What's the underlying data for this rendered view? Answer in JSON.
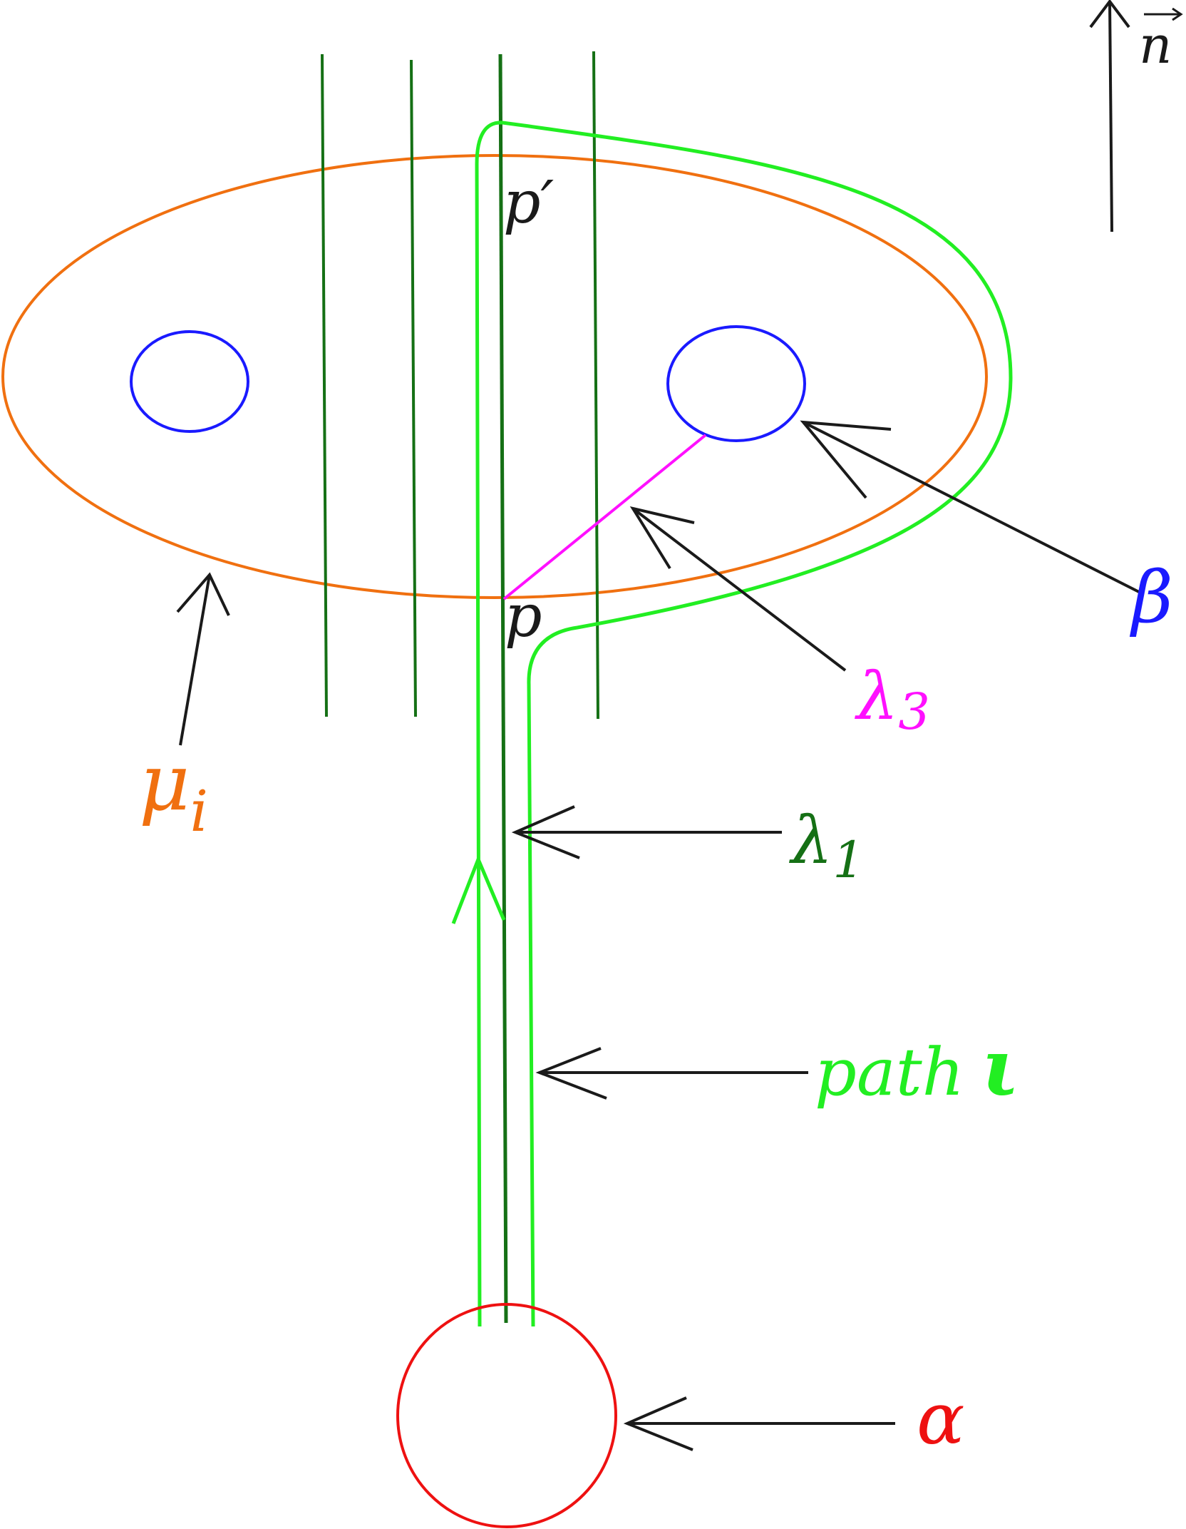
{
  "labels": {
    "n_vector": "n",
    "p_prime": "p′",
    "p": "p",
    "mu": "μ",
    "mu_sub": "i",
    "lambda3": "λ",
    "lambda3_sub": "3",
    "lambda1": "λ",
    "lambda1_sub": "1",
    "path": "path",
    "path_symbol": "ι",
    "beta": "β",
    "alpha": "α"
  },
  "colors": {
    "orange": "#f07010",
    "blue": "#1a1aff",
    "dark_green": "#157015",
    "light_green": "#22ee22",
    "magenta": "#ff10ff",
    "red": "#ee1111",
    "black": "#1a1a1a"
  }
}
